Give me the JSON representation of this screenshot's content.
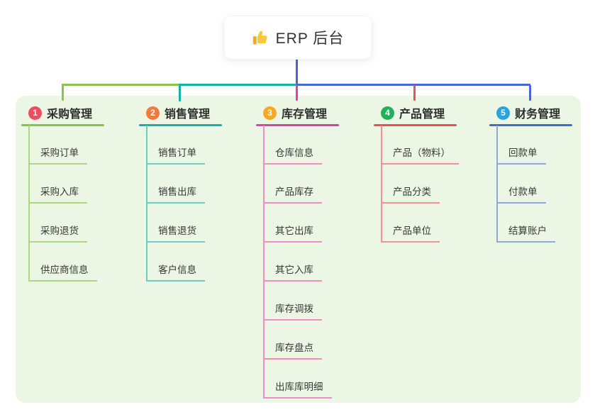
{
  "root": {
    "label": "ERP 后台",
    "icon": "thumbs-up-icon"
  },
  "colors": {
    "panel_bg": "#ebf7e4",
    "root_line": "#4f63d2",
    "card_bg": "#ffffff",
    "text_dark": "#2f2f2f",
    "emoji_yellow": "#fdc835",
    "emoji_yellow_dark": "#f3a727"
  },
  "branches": [
    {
      "num": "1",
      "label": "采购管理",
      "badge_color": "#ee4c63",
      "line_color": "#8bc34a",
      "child_line_color": "#aed581",
      "children": [
        "采购订单",
        "采购入库",
        "采购退货",
        "供应商信息"
      ]
    },
    {
      "num": "2",
      "label": "销售管理",
      "badge_color": "#f5793b",
      "line_color": "#14b3a6",
      "child_line_color": "#6fccc2",
      "children": [
        "销售订单",
        "销售出库",
        "销售退货",
        "客户信息"
      ]
    },
    {
      "num": "3",
      "label": "库存管理",
      "badge_color": "#f9a825",
      "line_color": "#e0419b",
      "child_line_color": "#ef8ec4",
      "children": [
        "仓库信息",
        "产品库存",
        "其它出库",
        "其它入库",
        "库存调拨",
        "库存盘点",
        "出库库明细"
      ]
    },
    {
      "num": "4",
      "label": "产品管理",
      "badge_color": "#22b159",
      "line_color": "#f04c5b",
      "child_line_color": "#f78f96",
      "children": [
        "产品（物料）",
        "产品分类",
        "产品单位"
      ]
    },
    {
      "num": "5",
      "label": "财务管理",
      "badge_color": "#29a3dd",
      "line_color": "#4767d3",
      "child_line_color": "#93a7de",
      "children": [
        "回款单",
        "付款单",
        "结算账户"
      ]
    }
  ]
}
